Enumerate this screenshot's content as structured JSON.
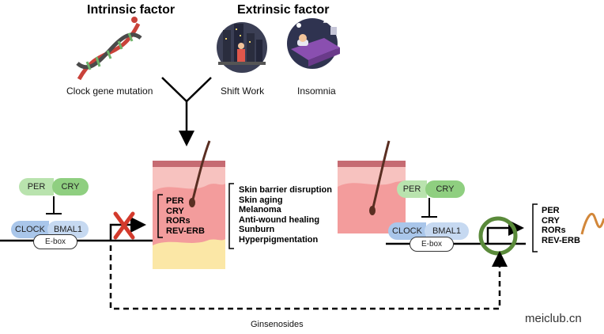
{
  "intrinsic": {
    "title": "Intrinsic factor",
    "caption": "Clock gene mutation"
  },
  "extrinsic": {
    "title": "Extrinsic factor",
    "captions": [
      "Shift Work",
      "Insomnia"
    ]
  },
  "left_pathway": {
    "per": "PER",
    "cry": "CRY",
    "clock": "CLOCK",
    "bmal": "BMAL1",
    "ebox": "E-box",
    "skin_genes": [
      "PER",
      "CRY",
      "RORs",
      "REV-ERB"
    ],
    "effects": [
      "Skin barrier disruption",
      "Skin aging",
      "Melanoma",
      "Anti-wound healing",
      "Sunburn",
      "Hyperpigmentation"
    ]
  },
  "right_pathway": {
    "per": "PER",
    "cry": "CRY",
    "clock": "CLOCK",
    "bmal": "BMAL1",
    "ebox": "E-box",
    "genes": [
      "PER",
      "CRY",
      "RORs",
      "REV-ERB"
    ]
  },
  "bottom_label": "Ginsenosides",
  "watermark": "meiclub.cn",
  "colors": {
    "per_green": "#b9e3ae",
    "cry_green": "#8fcf80",
    "clock_blue": "#a9c6ea",
    "bmal_blue": "#c6d9f1",
    "red_x": "#d33a2c",
    "ring_green": "#5a8a3a",
    "wave_orange": "#d2873a",
    "skin_pink": "#f6b8b4"
  }
}
